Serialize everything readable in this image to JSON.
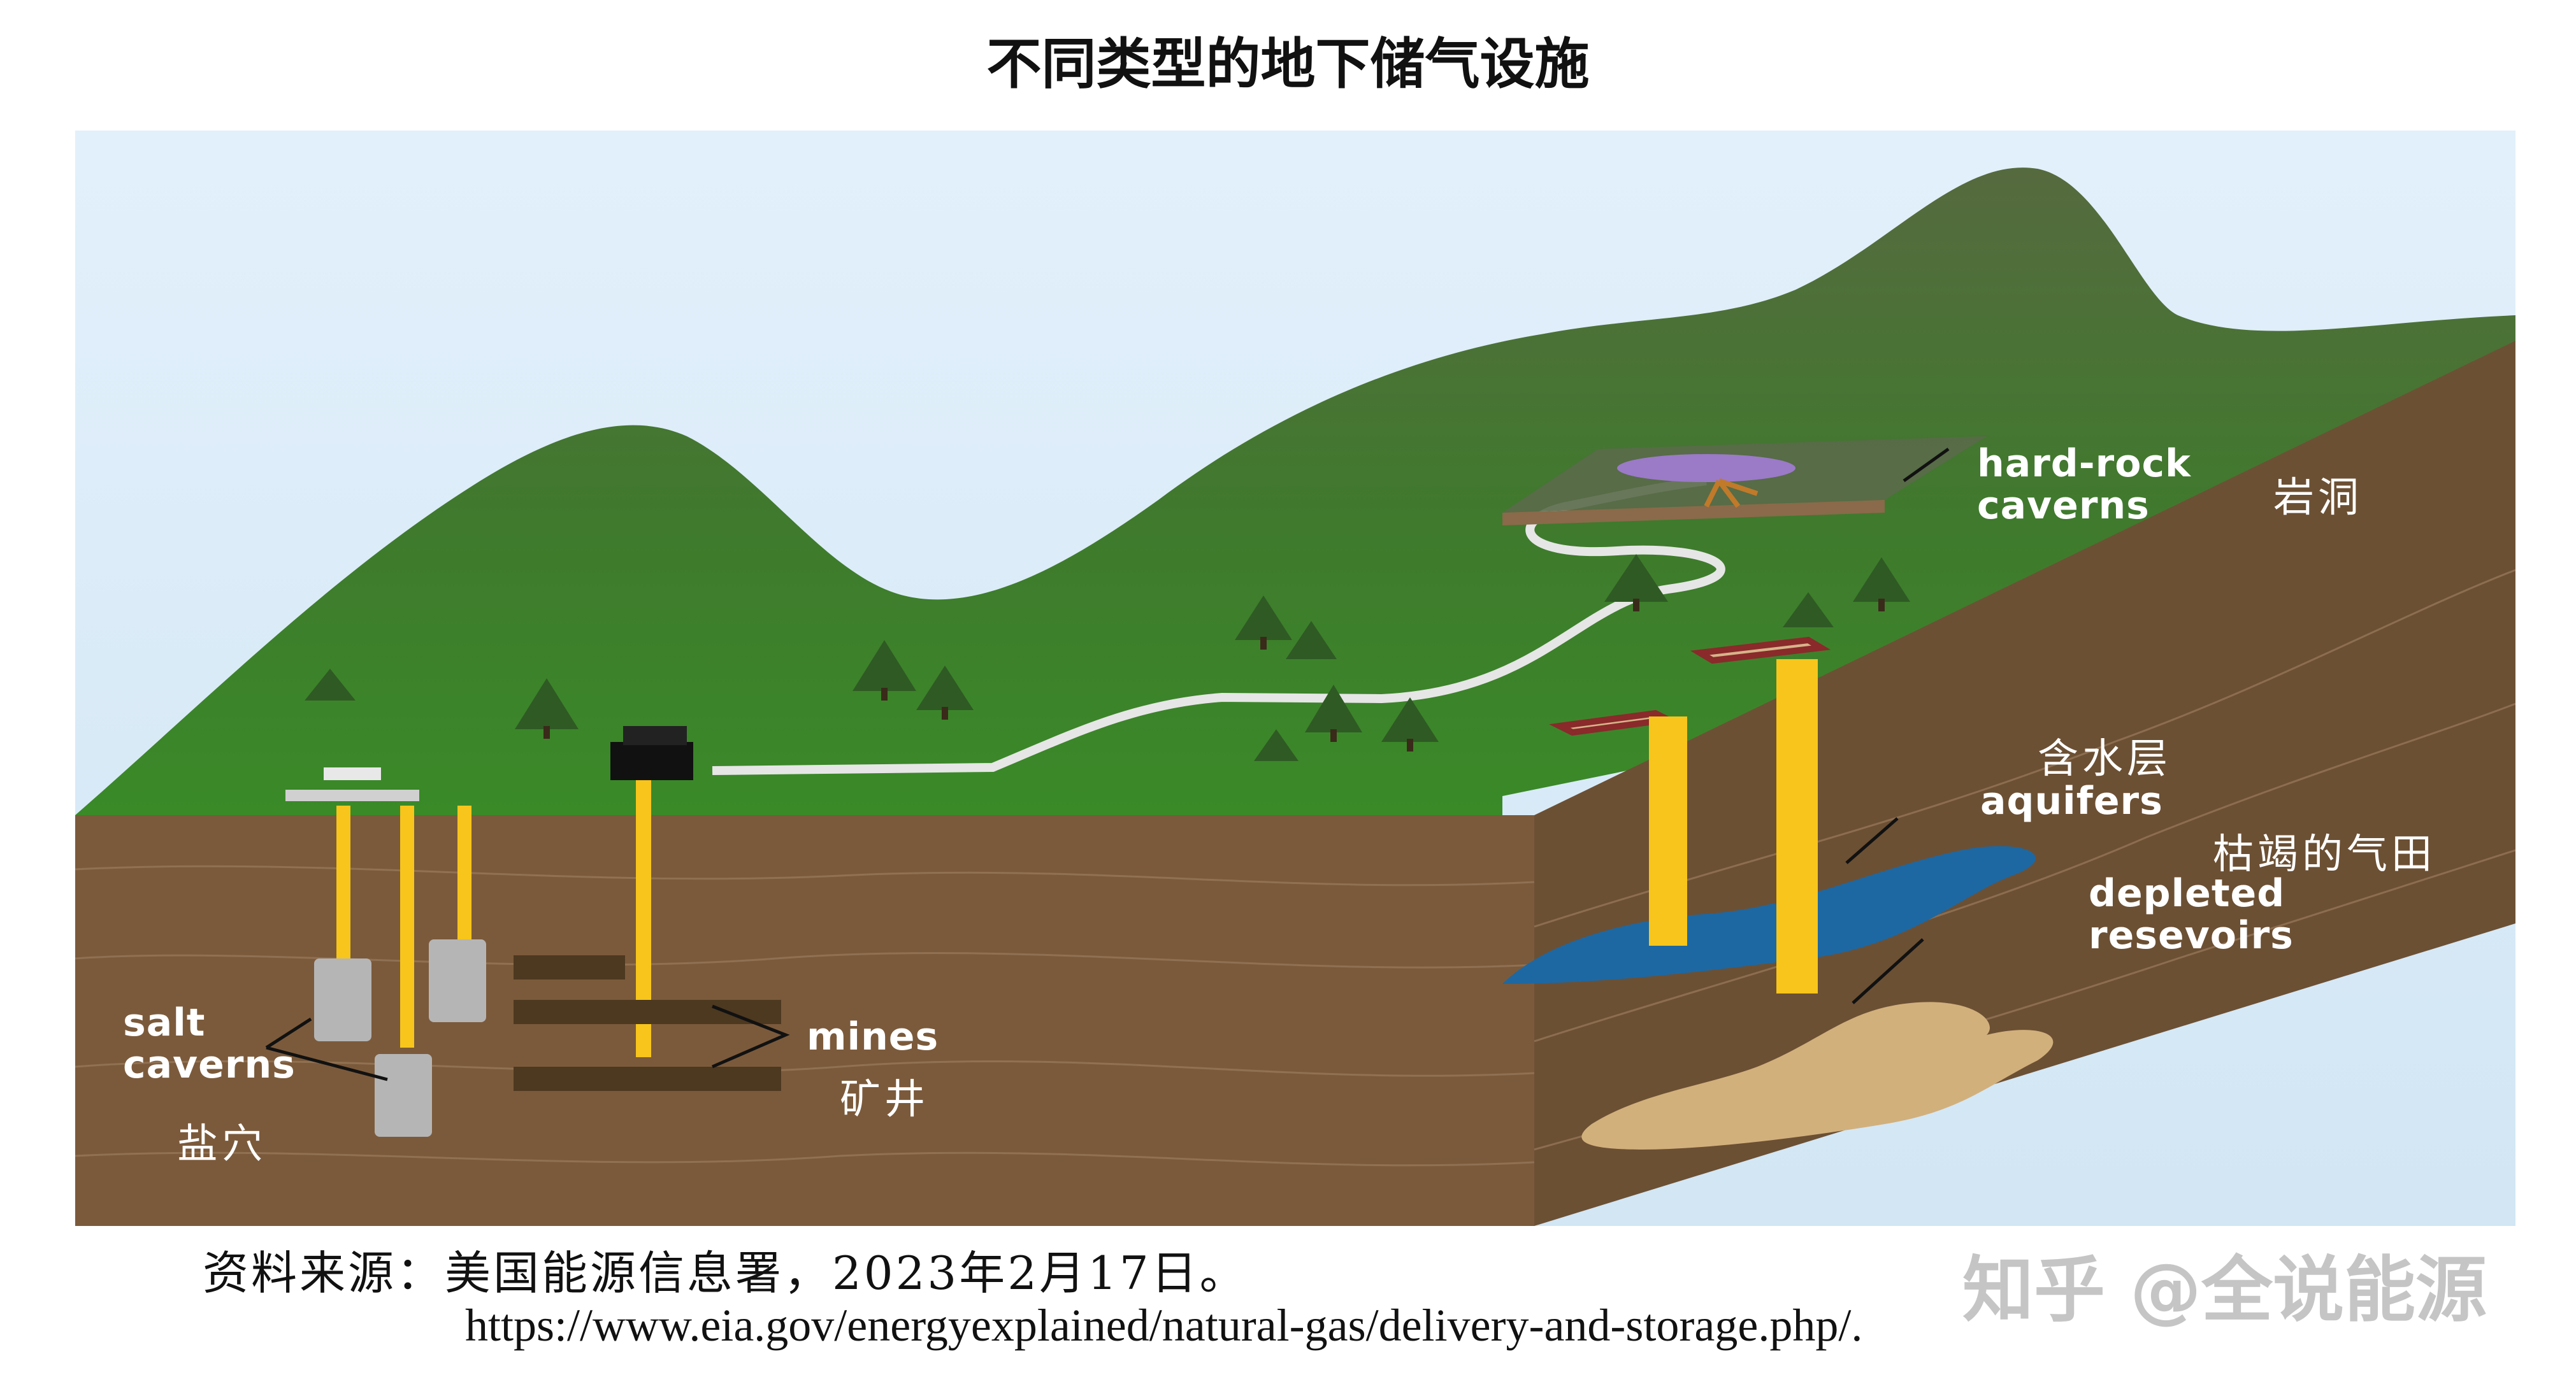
{
  "title": "不同类型的地下储气设施",
  "labels": {
    "salt_caverns_en": "salt\ncaverns",
    "salt_caverns_cn": "盐穴",
    "mines_en": "mines",
    "mines_cn": "矿井",
    "hard_rock_en": "hard-rock\ncaverns",
    "hard_rock_cn": "岩洞",
    "aquifers_en": "aquifers",
    "aquifers_cn": "含水层",
    "depleted_en": "depleted\nresevoirs",
    "depleted_cn": "枯竭的气田"
  },
  "source": {
    "line1": "资料来源：美国能源信息署，2023年2月17日。",
    "line2": "https://www.eia.gov/energyexplained/natural-gas/delivery-and-storage.php/."
  },
  "watermark": "知乎 @全说能源",
  "colors": {
    "sky": "#dcecf8",
    "hill_dark": "#4f6e3c",
    "hill_light": "#3f8a2e",
    "ground_front": "#7a5a3c",
    "ground_side": "#6e5236",
    "pipe": "#f7c51b",
    "aquifer": "#1f6aa5",
    "reservoir": "#d4b27e"
  }
}
